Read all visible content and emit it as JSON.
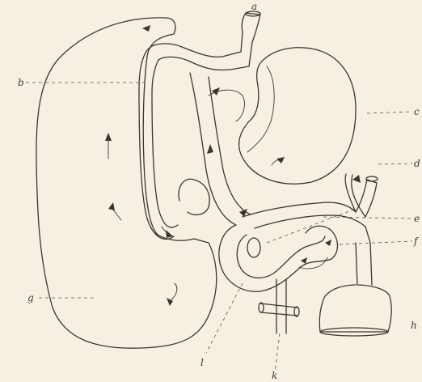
{
  "labels": {
    "a": "a",
    "b": "b",
    "c": "c",
    "d": "d",
    "e": "e",
    "f": "f",
    "g": "g",
    "h": "h",
    "k": "k",
    "l": "l"
  }
}
